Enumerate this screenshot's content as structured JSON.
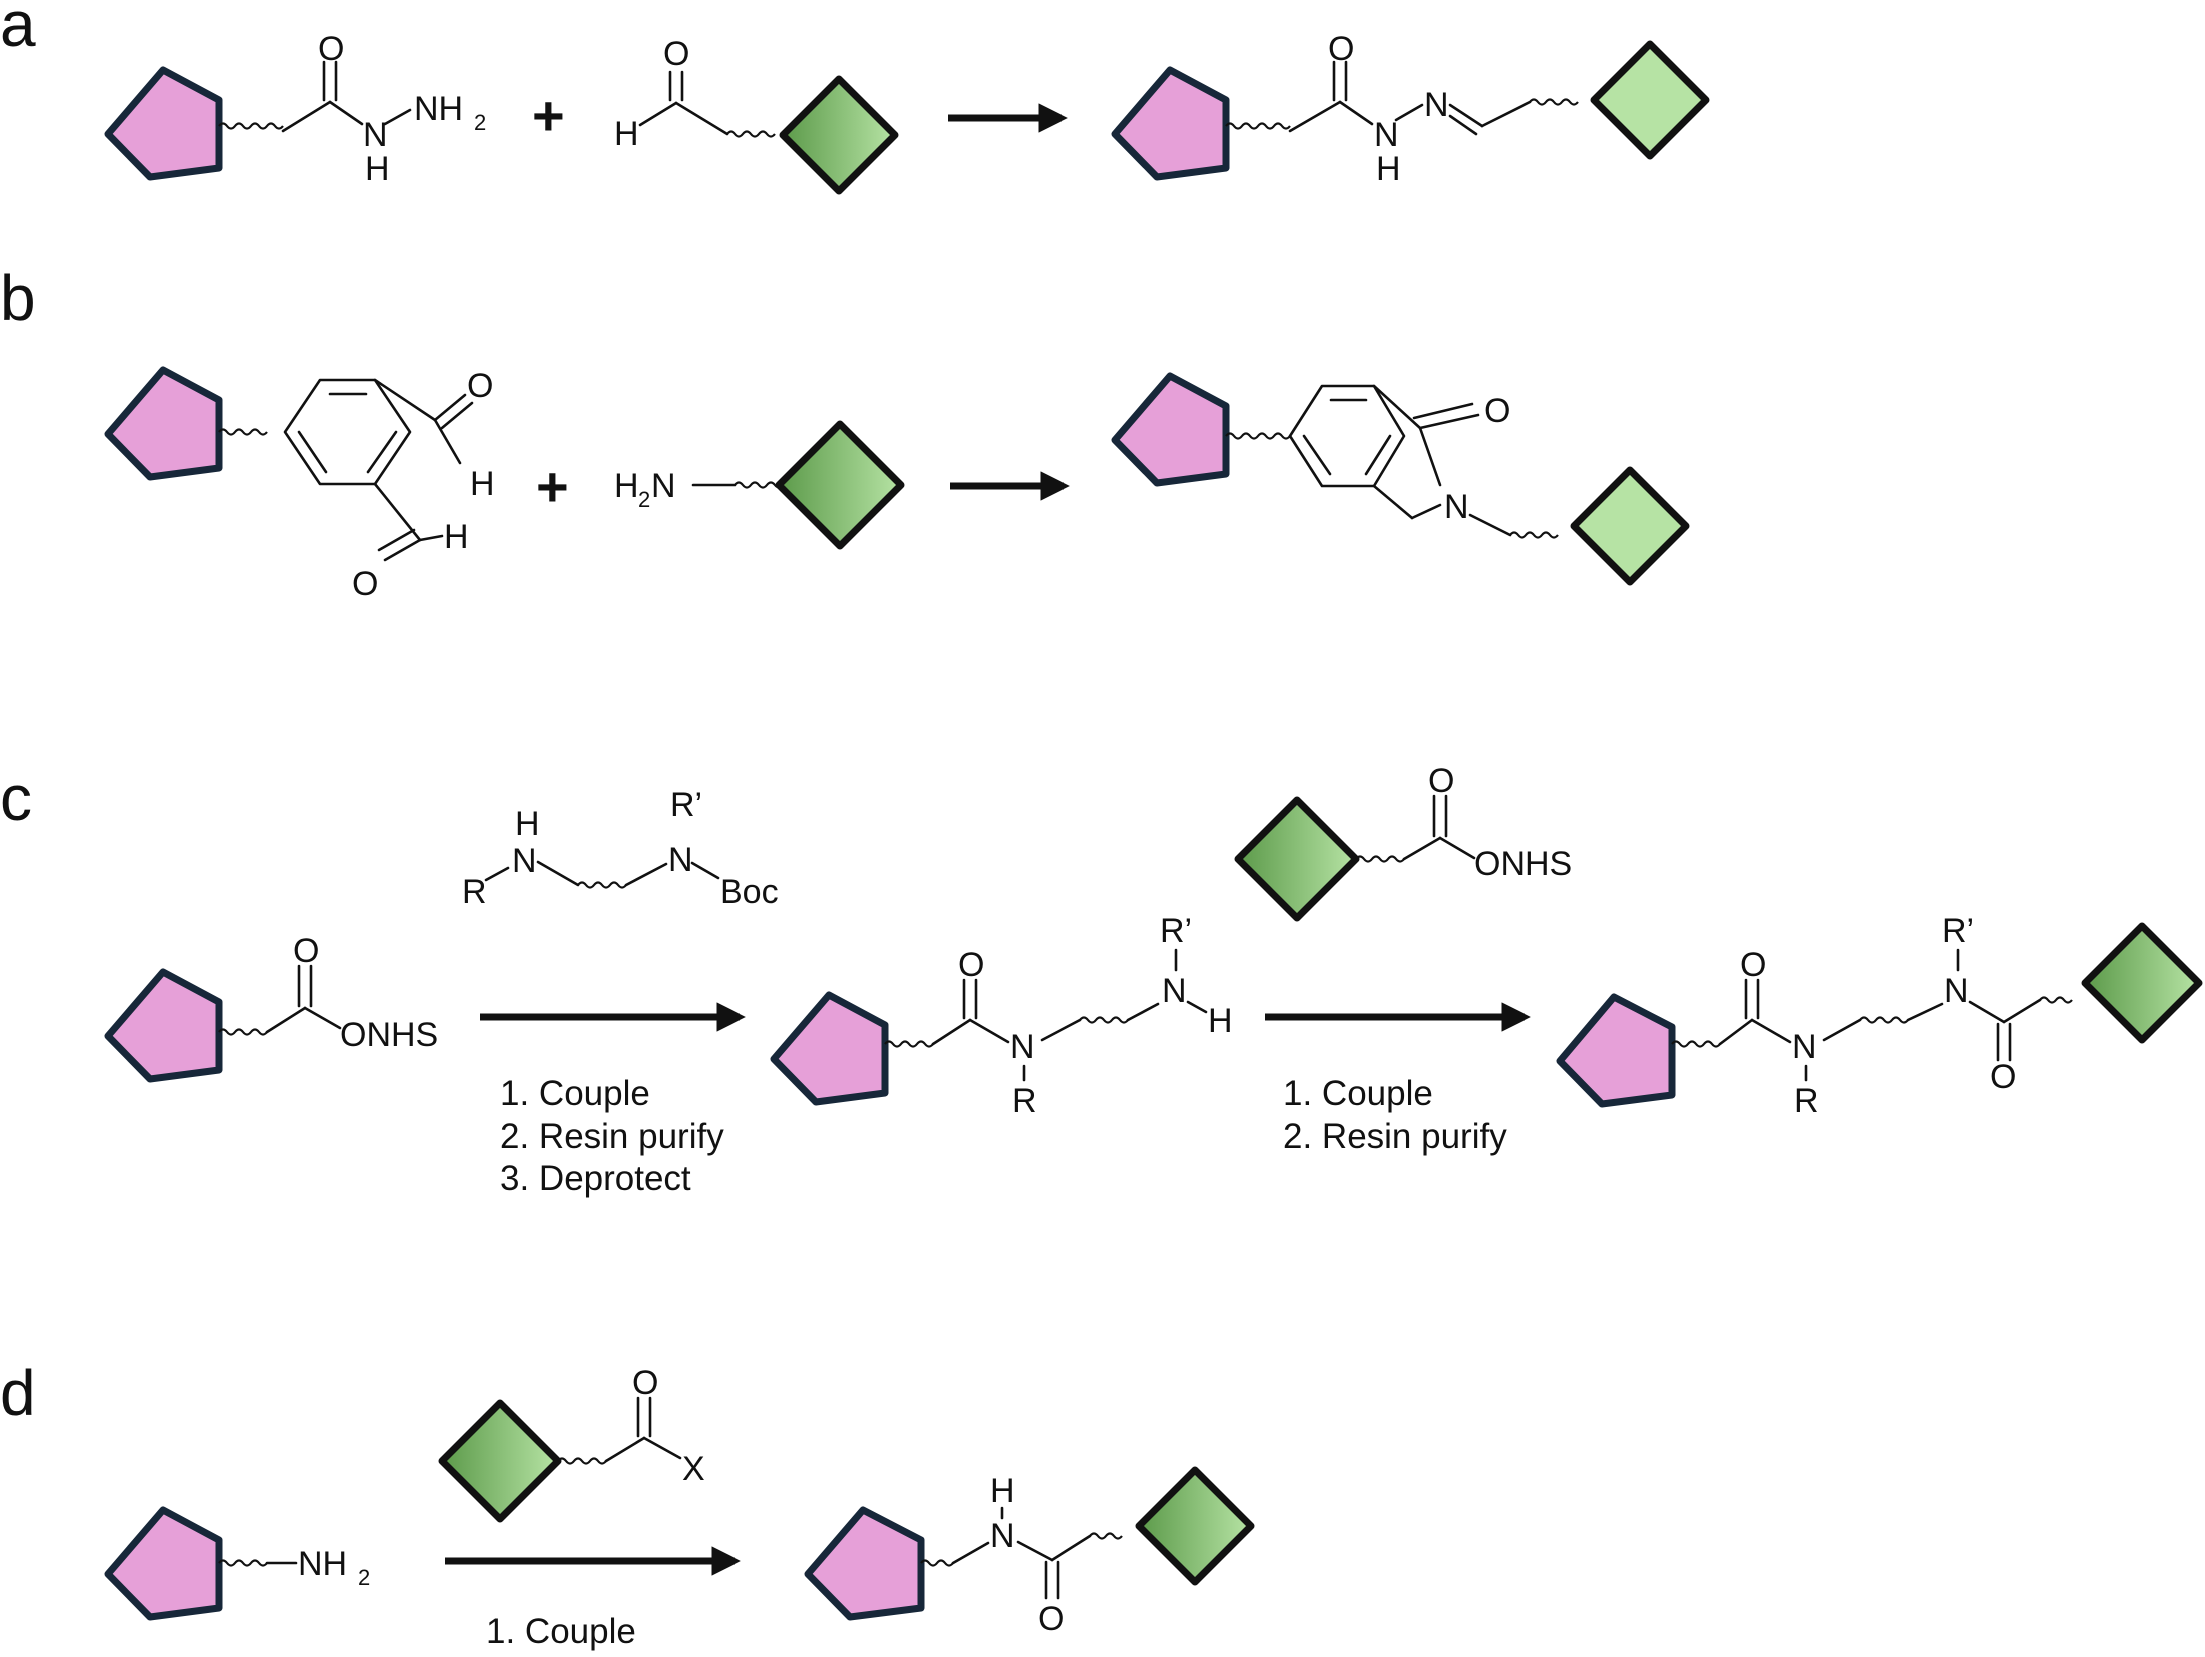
{
  "colors": {
    "pentagon_fill": "#e6a0d8",
    "pentagon_stroke": "#172739",
    "diamond_dark": "#5c9a4a",
    "diamond_light": "#b6e3a4"
  },
  "panels": {
    "a": {
      "label": "a",
      "plus": "+",
      "atoms": {
        "o1": "O",
        "n1": "N",
        "h1": "H",
        "nh2": "NH",
        "nh2_sub": "2",
        "o2": "O",
        "h2": "H",
        "o3": "O",
        "n3": "N",
        "h3": "H",
        "n4": "N"
      }
    },
    "b": {
      "label": "b",
      "plus": "+",
      "atoms": {
        "o1": "O",
        "h1": "H",
        "o2": "O",
        "h2": "H",
        "h2n": "H",
        "h2n_sub": "2",
        "h2n_n": "N",
        "o3": "O",
        "n3": "N"
      }
    },
    "c": {
      "label": "c",
      "reagent1": {
        "h": "H",
        "n1": "N",
        "r": "R",
        "r_prime": "R’",
        "n2": "N",
        "boc": "Boc"
      },
      "reagent2": {
        "o": "O",
        "onhs": "ONHS"
      },
      "start": {
        "o": "O",
        "onhs": "ONHS"
      },
      "middle": {
        "o": "O",
        "n1": "N",
        "r": "R",
        "r_prime": "R’",
        "n2": "N",
        "h": "H"
      },
      "product": {
        "o1": "O",
        "n1": "N",
        "r": "R",
        "r_prime": "R’",
        "n2": "N",
        "o2": "O"
      },
      "conditions1": [
        "1. Couple",
        "2. Resin purify",
        "3. Deprotect"
      ],
      "conditions2": [
        "1. Couple",
        "2. Resin purify"
      ]
    },
    "d": {
      "label": "d",
      "reagent": {
        "o": "O",
        "x": "X"
      },
      "start": {
        "nh2": "NH",
        "nh2_sub": "2"
      },
      "product": {
        "h": "H",
        "n": "N",
        "o": "O"
      },
      "conditions": [
        "1. Couple"
      ]
    }
  }
}
